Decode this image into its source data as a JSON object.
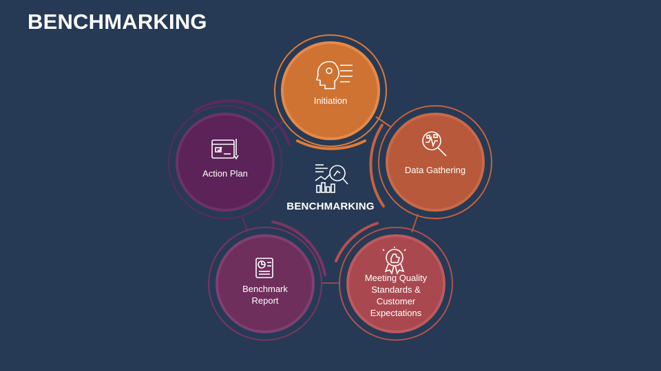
{
  "title": "BENCHMARKING",
  "center": {
    "label": "BENCHMARKING",
    "icon": "analytics-chart-magnifier-icon"
  },
  "stages": [
    {
      "label": "Initiation",
      "icon": "head-circuit-icon",
      "color": "#cf7332"
    },
    {
      "label": "Data Gathering",
      "icon": "magnifier-data-icon",
      "color": "#b7593a"
    },
    {
      "label": "Meeting Quality Standards & Customer Expectations",
      "icon": "award-badge-icon",
      "color": "#a9494f"
    },
    {
      "label": "Benchmark Report",
      "icon": "report-document-icon",
      "color": "#6e2f5c"
    },
    {
      "label": "Action Plan",
      "icon": "blueprint-plan-icon",
      "color": "#5c2358"
    }
  ],
  "colors": {
    "background": "#263a55",
    "ring_initiation": "#e07b39",
    "ring_data": "#c8623f",
    "ring_meeting": "#b5504f",
    "ring_report": "#7d3461",
    "ring_action": "#5d2a5e"
  }
}
